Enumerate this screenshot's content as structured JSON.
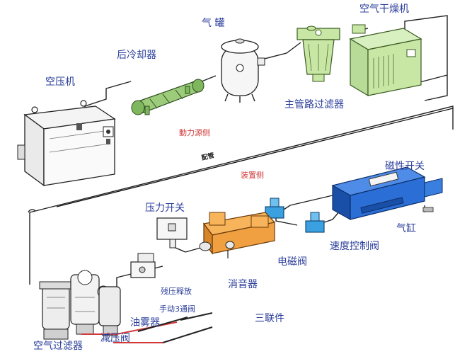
{
  "labels": {
    "air_compressor": "空压机",
    "aftercooler": "后冷却器",
    "air_tank": "气  罐",
    "air_dryer": "空气干燥机",
    "main_line_filter": "主管路过滤器",
    "power_source_side": "動力源侧",
    "piping": "配管",
    "device_side": "装置侧",
    "magnetic_switch": "磁性开关",
    "pressure_switch": "压力开关",
    "cylinder": "气缸",
    "speed_control_valve": "速度控制阀",
    "solenoid_valve": "电磁阀",
    "silencer": "消音器",
    "residual_pressure_release": "残压释放",
    "manual_3way_valve": "手动3通阀",
    "frl_unit": "三联件",
    "lubricator": "油雾器",
    "regulator": "减压阀",
    "air_filter": "空气过滤器"
  },
  "colors": {
    "label_blue": "#2a3d9a",
    "label_red": "#d23a3a",
    "cooler_green": "#9ccc7a",
    "filter_green": "#c8e6a4",
    "valve_orange": "#f0a040",
    "cylinder_blue": "#2b6fd6",
    "fitting_cyan": "#3aa0e0"
  }
}
